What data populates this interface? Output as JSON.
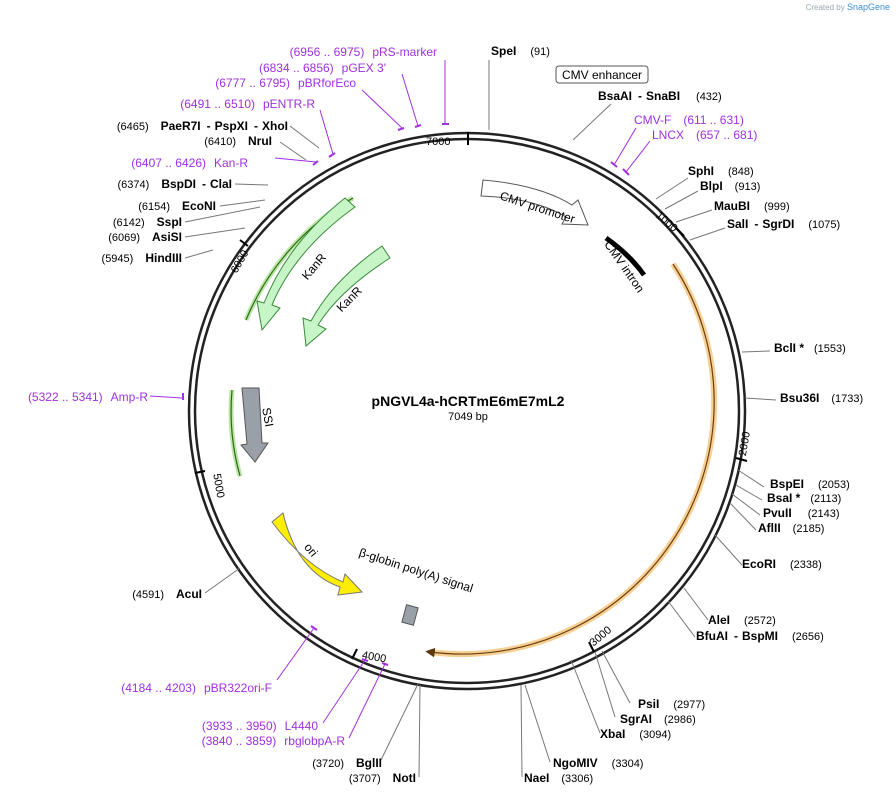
{
  "watermark": {
    "prefix": "Created by",
    "brand": "SnapGene"
  },
  "plasmid": {
    "name": "pNGVL4a-hCRTmE6mE7mL2",
    "size_label": "7049 bp",
    "length": 7049
  },
  "ticks": [
    {
      "pos": 1000,
      "label": "1000"
    },
    {
      "pos": 2000,
      "label": "2000"
    },
    {
      "pos": 3000,
      "label": "3000"
    },
    {
      "pos": 4000,
      "label": "4000"
    },
    {
      "pos": 5000,
      "label": "5000"
    },
    {
      "pos": 6000,
      "label": "6000"
    },
    {
      "pos": 7000,
      "label": "7000"
    }
  ],
  "enzymes_right": [
    {
      "name": "SpeI",
      "pos": "(91)"
    },
    {
      "name": "BsaAI",
      "sep": "-",
      "name2": "SnaBI",
      "pos": "(432)"
    },
    {
      "name": "SphI",
      "pos": "(848)"
    },
    {
      "name": "BlpI",
      "pos": "(913)"
    },
    {
      "name": "MauBI",
      "pos": "(999)"
    },
    {
      "name": "SalI",
      "sep": "-",
      "name2": "SgrDI",
      "pos": "(1075)"
    },
    {
      "name": "BclI *",
      "pos": "(1553)"
    },
    {
      "name": "Bsu36I",
      "pos": "(1733)"
    },
    {
      "name": "BspEI",
      "pos": "(2053)"
    },
    {
      "name": "BsaI *",
      "pos": "(2113)"
    },
    {
      "name": "PvuII",
      "pos": "(2143)"
    },
    {
      "name": "AflII",
      "pos": "(2185)"
    },
    {
      "name": "EcoRI",
      "pos": "(2338)"
    },
    {
      "name": "AleI",
      "pos": "(2572)"
    },
    {
      "name": "BfuAI",
      "sep": "-",
      "name2": "BspMI",
      "pos": "(2656)"
    },
    {
      "name": "PsiI",
      "pos": "(2977)"
    },
    {
      "name": "SgrAI",
      "pos": "(2986)"
    },
    {
      "name": "XbaI",
      "pos": "(3094)"
    },
    {
      "name": "NgoMIV",
      "pos": "(3304)"
    },
    {
      "name": "NaeI",
      "pos": "(3306)"
    }
  ],
  "enzymes_left": [
    {
      "name": "BglII",
      "pos": "(3720)"
    },
    {
      "name": "NotI",
      "pos": "(3707)"
    },
    {
      "name": "AcuI",
      "pos": "(4591)"
    },
    {
      "name": "HindIII",
      "pos": "(5945)"
    },
    {
      "name": "AsiSI",
      "pos": "(6069)"
    },
    {
      "name": "SspI",
      "pos": "(6142)"
    },
    {
      "name": "EcoNI",
      "pos": "(6154)"
    },
    {
      "name": "BspDI",
      "sep": "-",
      "name2": "ClaI",
      "pos": "(6374)"
    },
    {
      "name": "NruI",
      "pos": "(6410)"
    },
    {
      "name": "PaeR7I",
      "sep": "-",
      "name2": "PspXI",
      "sep2": "-",
      "name3": "XhoI",
      "pos": "(6465)"
    }
  ],
  "primers": [
    {
      "name": "pRS-marker",
      "range": "(6956 .. 6975)"
    },
    {
      "name": "pGEX 3'",
      "range": "(6834 .. 6856)"
    },
    {
      "name": "pBRforEco",
      "range": "(6777 .. 6795)"
    },
    {
      "name": "pENTR-R",
      "range": "(6491 .. 6510)"
    },
    {
      "name": "Kan-R",
      "range": "(6407 .. 6426)"
    },
    {
      "name": "CMV-F",
      "range": "(611 .. 631)"
    },
    {
      "name": "LNCX",
      "range": "(657 .. 681)"
    },
    {
      "name": "Amp-R",
      "range": "(5322 .. 5341)"
    },
    {
      "name": "pBR322ori-F",
      "range": "(4184 .. 4203)"
    },
    {
      "name": "L4440",
      "range": "(3933 .. 3950)"
    },
    {
      "name": "rbglobpA-R",
      "range": "(3840 .. 3859)"
    }
  ],
  "features": [
    {
      "name": "CMV enhancer"
    },
    {
      "name": "CMV promoter"
    },
    {
      "name": "CMV intron"
    },
    {
      "name": "KanR"
    },
    {
      "name": "KanR"
    },
    {
      "name": "SSI"
    },
    {
      "name": "ori"
    },
    {
      "name": "β-globin poly(A) signal"
    }
  ],
  "colors": {
    "backbone": "#222222",
    "primer": "#a030e0",
    "kanr_fill": "#c8f5c8",
    "ori_fill": "#ffee00",
    "ssi_fill": "#9aa0a8",
    "orf_orange": "#f0a030",
    "orf_green": "#5ab030"
  }
}
